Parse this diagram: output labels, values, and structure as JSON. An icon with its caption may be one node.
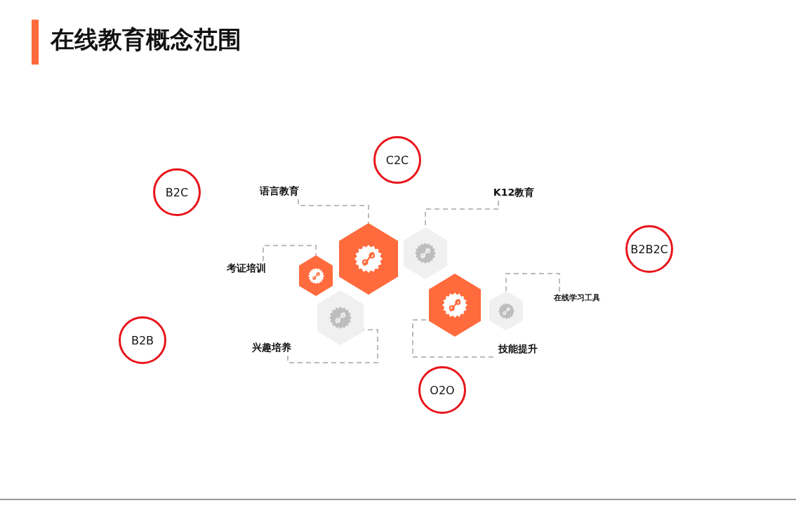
{
  "diagram": {
    "title": "在线教育概念范围",
    "nodes": [
      {
        "text": [
          "C2C"
        ]
      },
      {
        "text": [
          "B2C"
        ]
      },
      {
        "text": [
          "语言教育"
        ]
      },
      {
        "text": [
          "K12教育"
        ]
      },
      {
        "text": [],
        "shape": "hexagon"
      },
      {
        "text": [],
        "shape": "hexagon"
      },
      {
        "text": [
          "B2B2C"
        ]
      },
      {
        "text": [
          "考证培训"
        ]
      },
      {
        "text": [],
        "shape": "hexagon"
      },
      {
        "text": [
          "在线学习工具"
        ]
      },
      {
        "text": [],
        "shape": "hexagon"
      },
      {
        "text": [],
        "shape": "hexagon"
      },
      {
        "text": [],
        "shape": "hexagon"
      },
      {
        "text": [
          "B2B"
        ]
      },
      {
        "text": [
          "兴趣培养"
        ]
      },
      {
        "text": [
          "技能提升"
        ]
      },
      {
        "text": [
          "O2O"
        ]
      }
    ],
    "edges": [
      {
        "from": 2,
        "to": 4,
        "arrow": "none",
        "style": "dashed"
      },
      {
        "from": 3,
        "to": 5,
        "arrow": "none",
        "style": "dashed"
      },
      {
        "from": 7,
        "to": 8,
        "arrow": "none",
        "style": "dashed"
      },
      {
        "from": 9,
        "to": 11,
        "arrow": "none",
        "style": "dashed"
      },
      {
        "from": 14,
        "to": 12,
        "arrow": "none",
        "style": "dashed"
      },
      {
        "from": 15,
        "to": 10,
        "arrow": "none",
        "style": "dashed"
      }
    ]
  }
}
